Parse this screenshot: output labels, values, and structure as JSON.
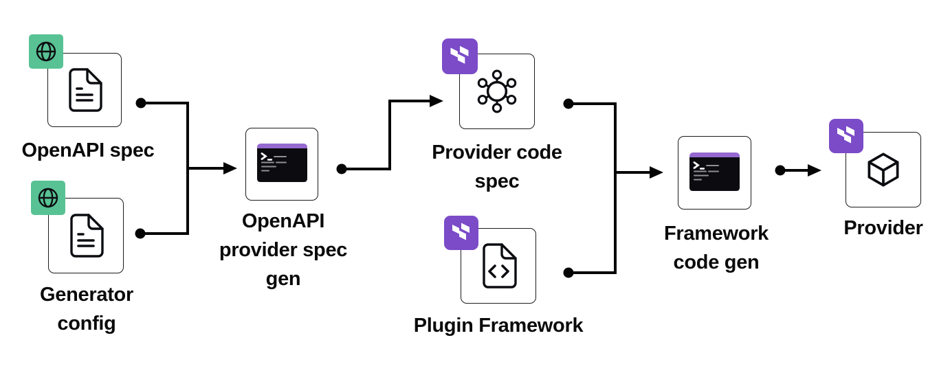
{
  "diagram": {
    "type": "flowchart",
    "description": "Terraform provider code generation workflow",
    "colors": {
      "background": "#ffffff",
      "line": "#050505",
      "text": "#0a0a0a",
      "box_border": "#1b1b20",
      "box_fill": "#ffffff",
      "terraform_purple": "#7b4bc8",
      "terminal_header_purple": "#9569cf",
      "terminal_body_black": "#0c0c10",
      "terminal_text_gray": "#8f8f96",
      "globe_badge_green": "#58c294"
    },
    "nodes": [
      {
        "id": "openapi-spec",
        "label": "OpenAPI spec",
        "icon": "document-icon",
        "badge": "globe-badge"
      },
      {
        "id": "generator-config",
        "label": "Generator\nconfig",
        "icon": "document-icon",
        "badge": "globe-badge"
      },
      {
        "id": "openapi-provider-spec-gen",
        "label": "OpenAPI\nprovider spec\ngen",
        "icon": "terminal-icon",
        "badge": null
      },
      {
        "id": "provider-code-spec",
        "label": "Provider code\nspec",
        "icon": "network-hub-icon",
        "badge": "terraform-badge"
      },
      {
        "id": "plugin-framework",
        "label": "Plugin Framework",
        "icon": "code-file-icon",
        "badge": "terraform-badge"
      },
      {
        "id": "framework-code-gen",
        "label": "Framework\ncode gen",
        "icon": "terminal-icon",
        "badge": null
      },
      {
        "id": "provider",
        "label": "Provider",
        "icon": "cube-icon",
        "badge": "terraform-badge"
      }
    ],
    "edges": [
      {
        "from": "openapi-spec",
        "to": "openapi-provider-spec-gen"
      },
      {
        "from": "generator-config",
        "to": "openapi-provider-spec-gen"
      },
      {
        "from": "openapi-provider-spec-gen",
        "to": "provider-code-spec"
      },
      {
        "from": "provider-code-spec",
        "to": "framework-code-gen"
      },
      {
        "from": "plugin-framework",
        "to": "framework-code-gen"
      },
      {
        "from": "framework-code-gen",
        "to": "provider"
      }
    ]
  }
}
